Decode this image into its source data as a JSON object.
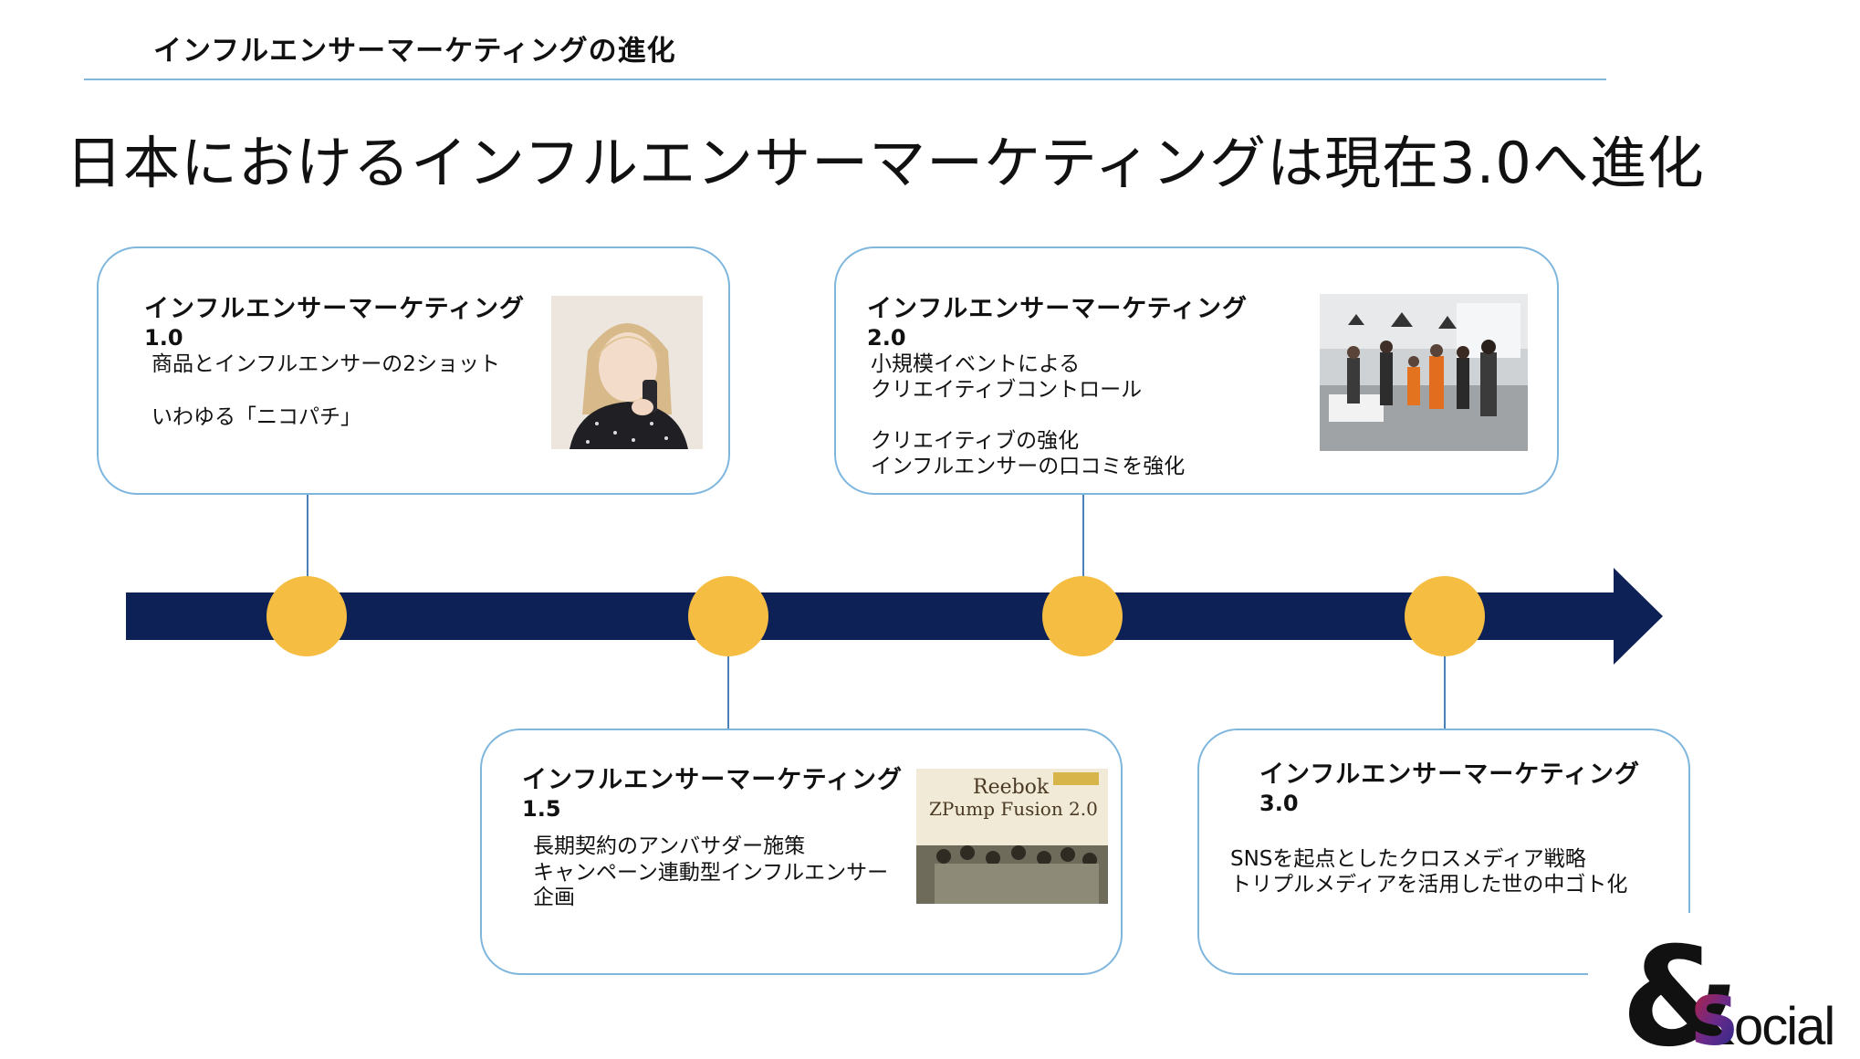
{
  "header": "インフルエンサーマーケティングの進化",
  "title": "日本におけるインフルエンサーマーケティングは現在3.0へ進化",
  "colors": {
    "arrow": "#0d2157",
    "dot": "#f5bd41",
    "card_border": "#7fb6de"
  },
  "cards": [
    {
      "title": "インフルエンサーマーケティング",
      "version": "1.0",
      "lines": [
        "商品とインフルエンサーの2ショット",
        "いわゆる「ニコパチ」"
      ],
      "image": "influencer-portrait-photo"
    },
    {
      "title": "インフルエンサーマーケティング",
      "version": "1.5",
      "lines": [
        "長期契約のアンバサダー施策",
        "キャンペーン連動型インフルエンサー",
        "企画"
      ],
      "image": "reebok-event-photo",
      "image_text": [
        "Reebok",
        "ZPump Fusion 2.0"
      ]
    },
    {
      "title": "インフルエンサーマーケティング",
      "version": "2.0",
      "lines": [
        "小規模イベントによる",
        "クリエイティブコントロール",
        "クリエイティブの強化",
        "インフルエンサーの口コミを強化"
      ],
      "image": "salon-event-photo"
    },
    {
      "title": "インフルエンサーマーケティング",
      "version": "3.0",
      "lines": [
        "SNSを起点としたクロスメディア戦略",
        "トリプルメディアを活用した世の中ゴト化"
      ]
    }
  ],
  "logo": {
    "amp": "&",
    "brand": "Social"
  }
}
